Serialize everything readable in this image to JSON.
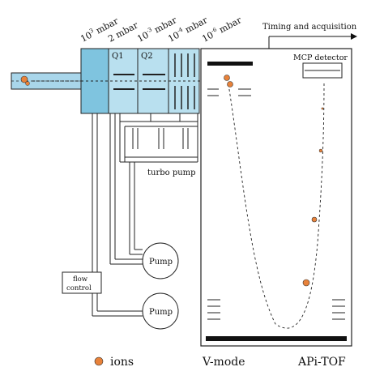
{
  "pressures": {
    "p1": {
      "base": "10",
      "exp": "3",
      "unit": "mbar"
    },
    "p2": {
      "base": "2 mbar"
    },
    "p3": {
      "base": "10",
      "exp": "-3",
      "unit": "mbar"
    },
    "p4": {
      "base": "10",
      "exp": "-4",
      "unit": "mbar"
    },
    "p5": {
      "base": "10",
      "exp": "-6",
      "unit": "mbar"
    }
  },
  "chambers": {
    "q1": "Q1",
    "q2": "Q2"
  },
  "labels": {
    "timing": "Timing and acquisition",
    "mcp": "MCP detector",
    "turbo": "turbo pump",
    "pump_upper": "Pump",
    "pump_lower": "Pump",
    "flow_line1": "flow",
    "flow_line2": "control"
  },
  "legend": {
    "ions": "ions",
    "mode": "V-mode",
    "instrument": "APi-TOF"
  },
  "colors": {
    "ion": "#e8823a",
    "chamber_dark": "#7fc4df",
    "chamber_light": "#b9e0ef",
    "inlet": "#a9d6ea"
  }
}
